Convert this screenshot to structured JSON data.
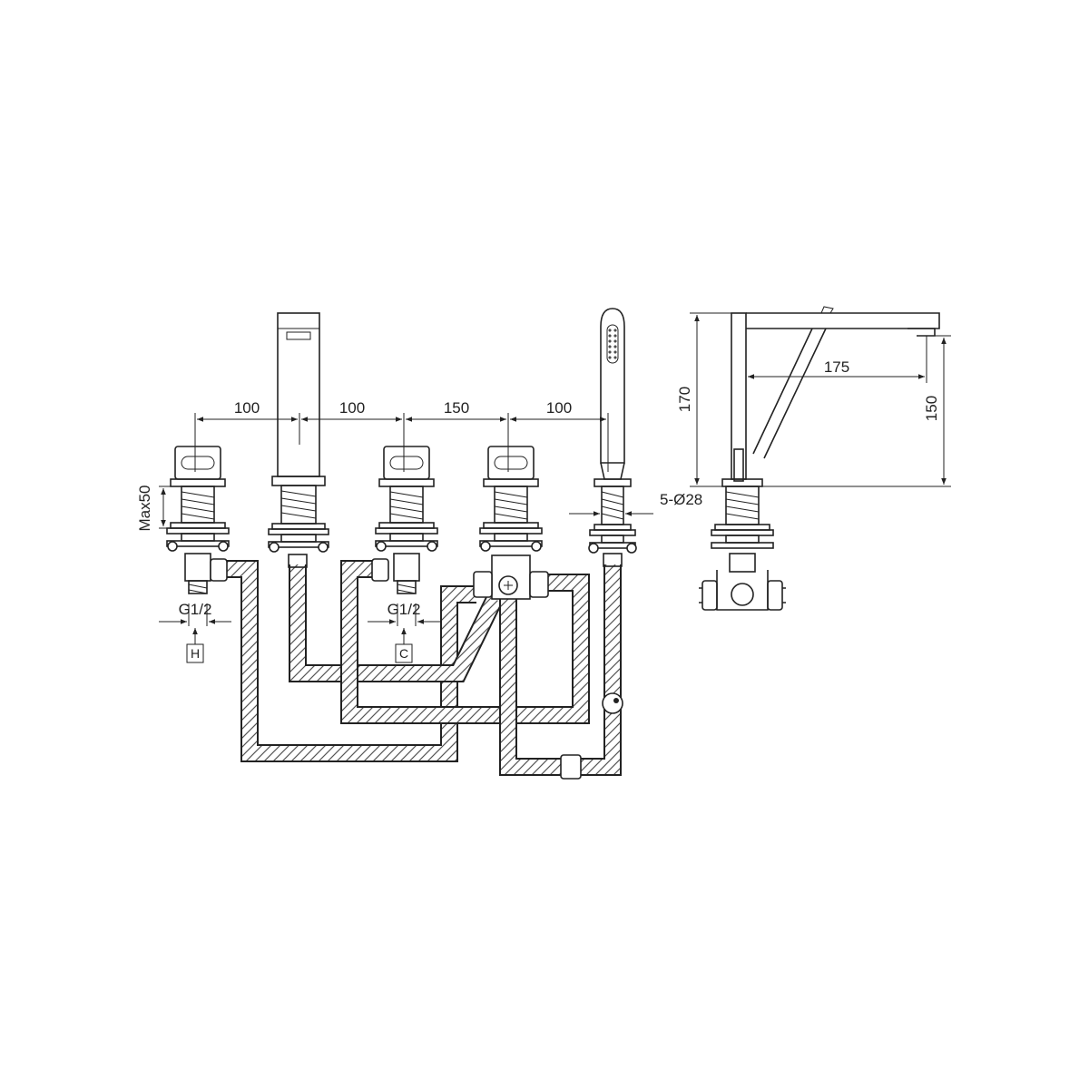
{
  "dimensions": {
    "spacing_1": "100",
    "spacing_2": "100",
    "spacing_3": "150",
    "spacing_4": "100",
    "max_deck": "Max50",
    "thread_hot": "G1/2",
    "thread_cold": "G1/2",
    "hole_spec": "5-Ø28",
    "spout_reach": "175",
    "spout_height_total": "170",
    "spout_height_outlet": "150"
  },
  "markers": {
    "hot": "H",
    "cold": "C"
  }
}
